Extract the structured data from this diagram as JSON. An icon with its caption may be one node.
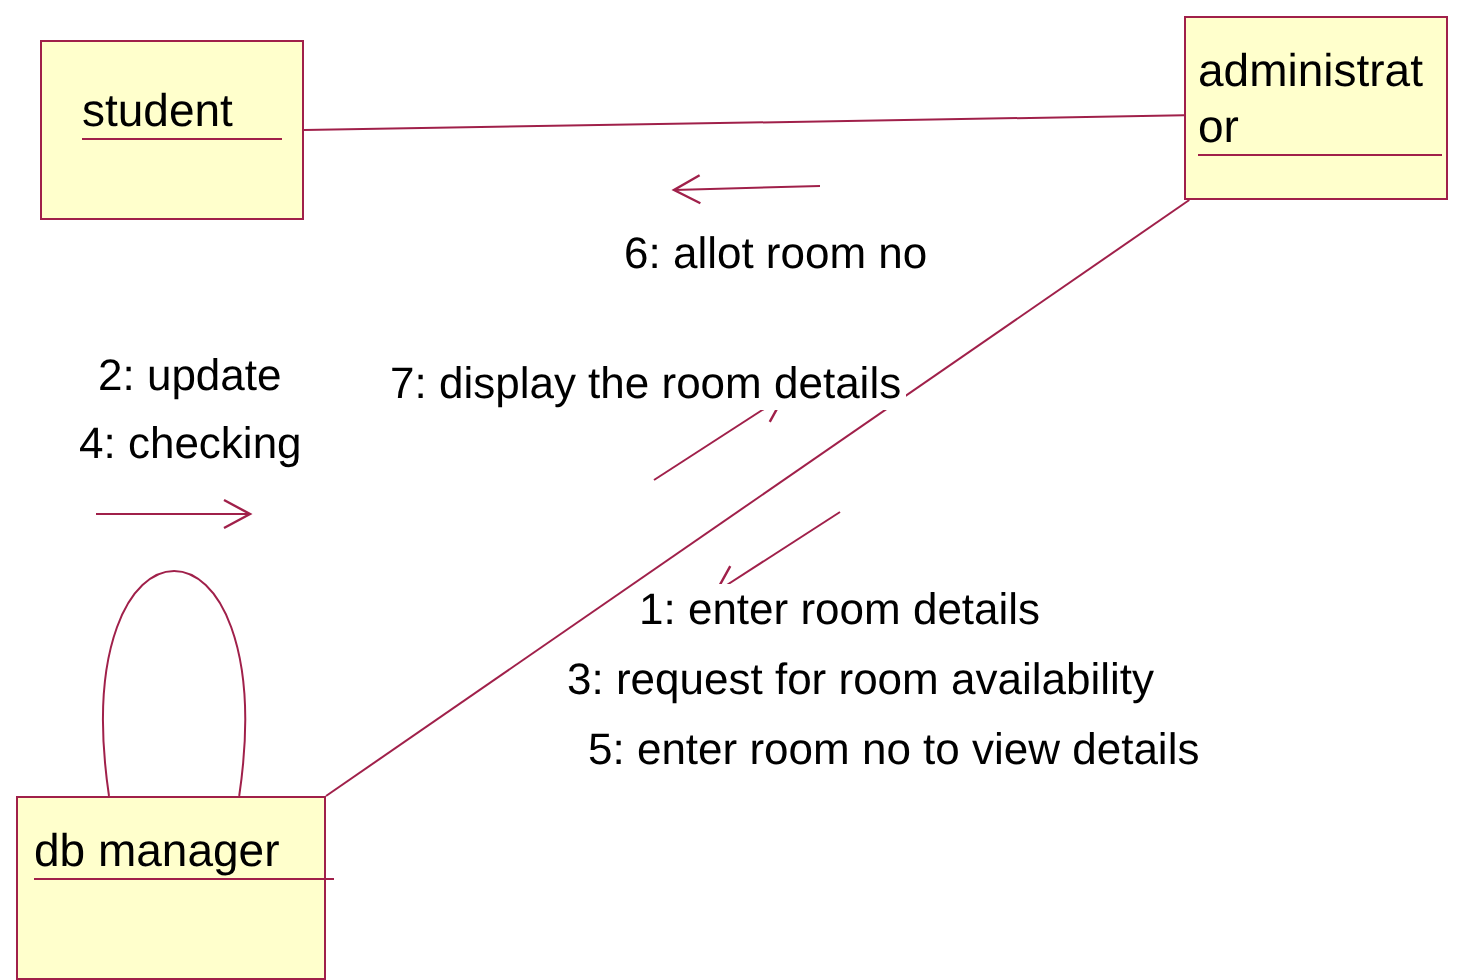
{
  "diagram": {
    "nodes": [
      {
        "text": [
          "student"
        ]
      },
      {
        "text": [
          "administrator"
        ]
      },
      {
        "text": [
          "db manager"
        ]
      }
    ],
    "edges": [
      {
        "from": 0,
        "to": 1,
        "arrow": "none"
      },
      {
        "from": 1,
        "to": 2,
        "arrow": "none"
      },
      {
        "from": 2,
        "to": 2,
        "arrow": "none"
      }
    ],
    "labels": [
      "6: allot room no",
      "2: update",
      "4: checking",
      "7: display the room details",
      "1: enter room details",
      "3: request for room availability",
      "5: enter room no to view details"
    ]
  }
}
